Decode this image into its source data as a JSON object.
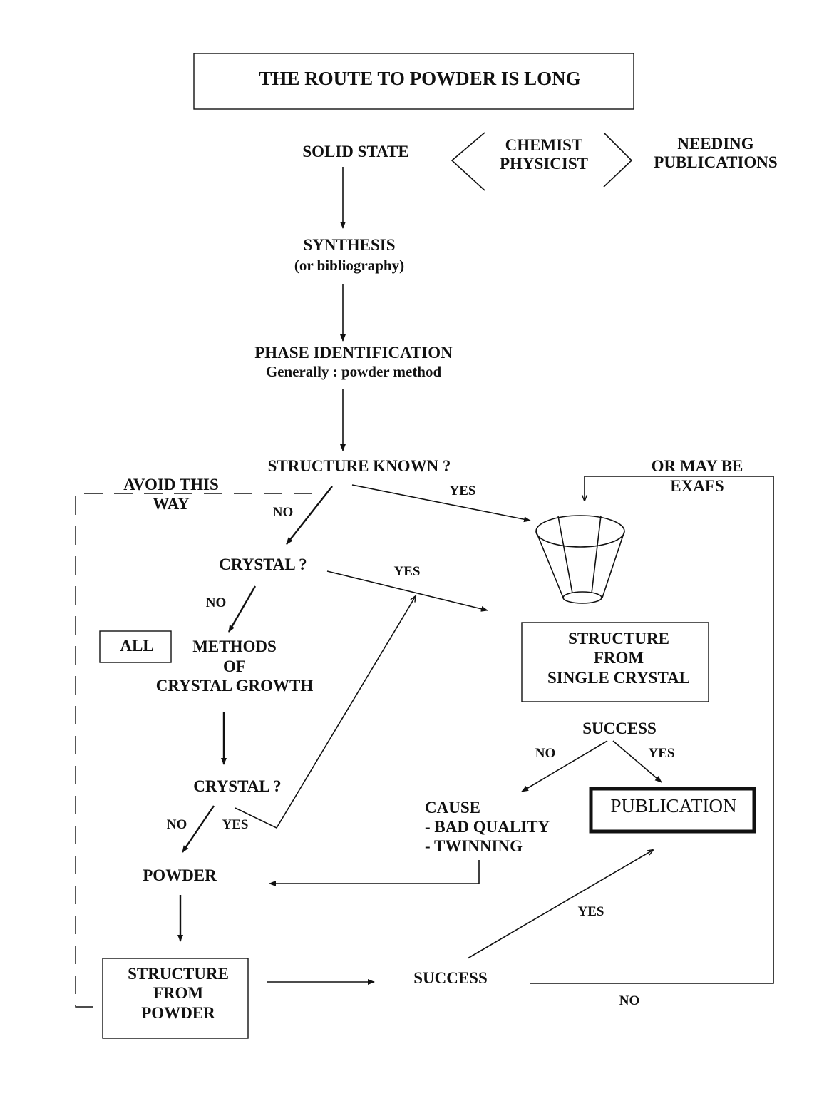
{
  "title": "THE ROUTE TO POWDER IS LONG",
  "nodes": {
    "solid_state": "SOLID STATE",
    "chemist": "CHEMIST",
    "physicist": "PHYSICIST",
    "needing": "NEEDING",
    "publications": "PUBLICATIONS",
    "synthesis": "SYNTHESIS",
    "bibliography": "(or bibliography)",
    "phase_identification": "PHASE IDENTIFICATION",
    "generally": "Generally : powder method",
    "structure_known": "STRUCTURE KNOWN ?",
    "avoid_line1": "AVOID THIS",
    "avoid_line2": "WAY",
    "or_may_be": "OR MAY BE",
    "exafs": "EXAFS",
    "crystal_1": "CRYSTAL ?",
    "all": "ALL",
    "methods": "METHODS",
    "of": "OF",
    "crystal_growth": "CRYSTAL GROWTH",
    "crystal_2": "CRYSTAL ?",
    "powder": "POWDER",
    "sfp_line1": "STRUCTURE",
    "sfp_line2": "FROM",
    "sfp_line3": "POWDER",
    "sfsc_line1": "STRUCTURE",
    "sfsc_line2": "FROM",
    "sfsc_line3": "SINGLE CRYSTAL",
    "success_top": "SUCCESS",
    "cause": "CAUSE",
    "bad_quality": "- BAD QUALITY",
    "twinning": "-  TWINNING",
    "publication": "PUBLICATION",
    "success_bottom": "SUCCESS"
  },
  "edge_labels": {
    "yes_known": "YES",
    "no_known": "NO",
    "yes_crystal1": "YES",
    "no_crystal1": "NO",
    "no_crystal2": "NO",
    "yes_crystal2": "YES",
    "no_success_top": "NO",
    "yes_success_top": "YES",
    "yes_success_bottom": "YES",
    "no_success_bottom": "NO"
  },
  "icons": {
    "diffractometer": "cone-diffractometer-icon"
  }
}
